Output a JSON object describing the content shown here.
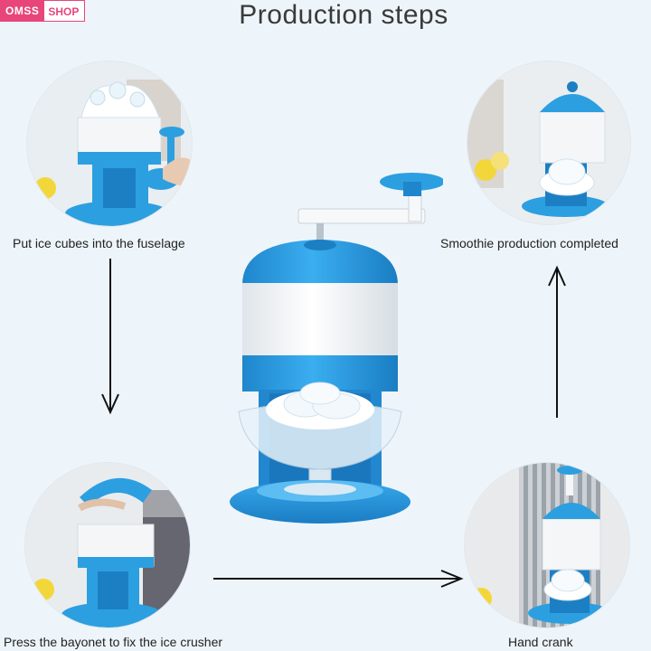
{
  "badge": {
    "brand": "OMSS",
    "suffix": "SHOP"
  },
  "title": "Production steps",
  "steps": [
    {
      "label": "Put ice cubes into the fuselage"
    },
    {
      "label": "Smoothie production completed"
    },
    {
      "label": "Press the bayonet to fix the ice crusher"
    },
    {
      "label": "Hand crank"
    }
  ],
  "colors": {
    "accent": "#2c9fe0",
    "accent_dark": "#1c7fc4",
    "white_body": "#f4f6f8",
    "badge": "#e8457a"
  }
}
